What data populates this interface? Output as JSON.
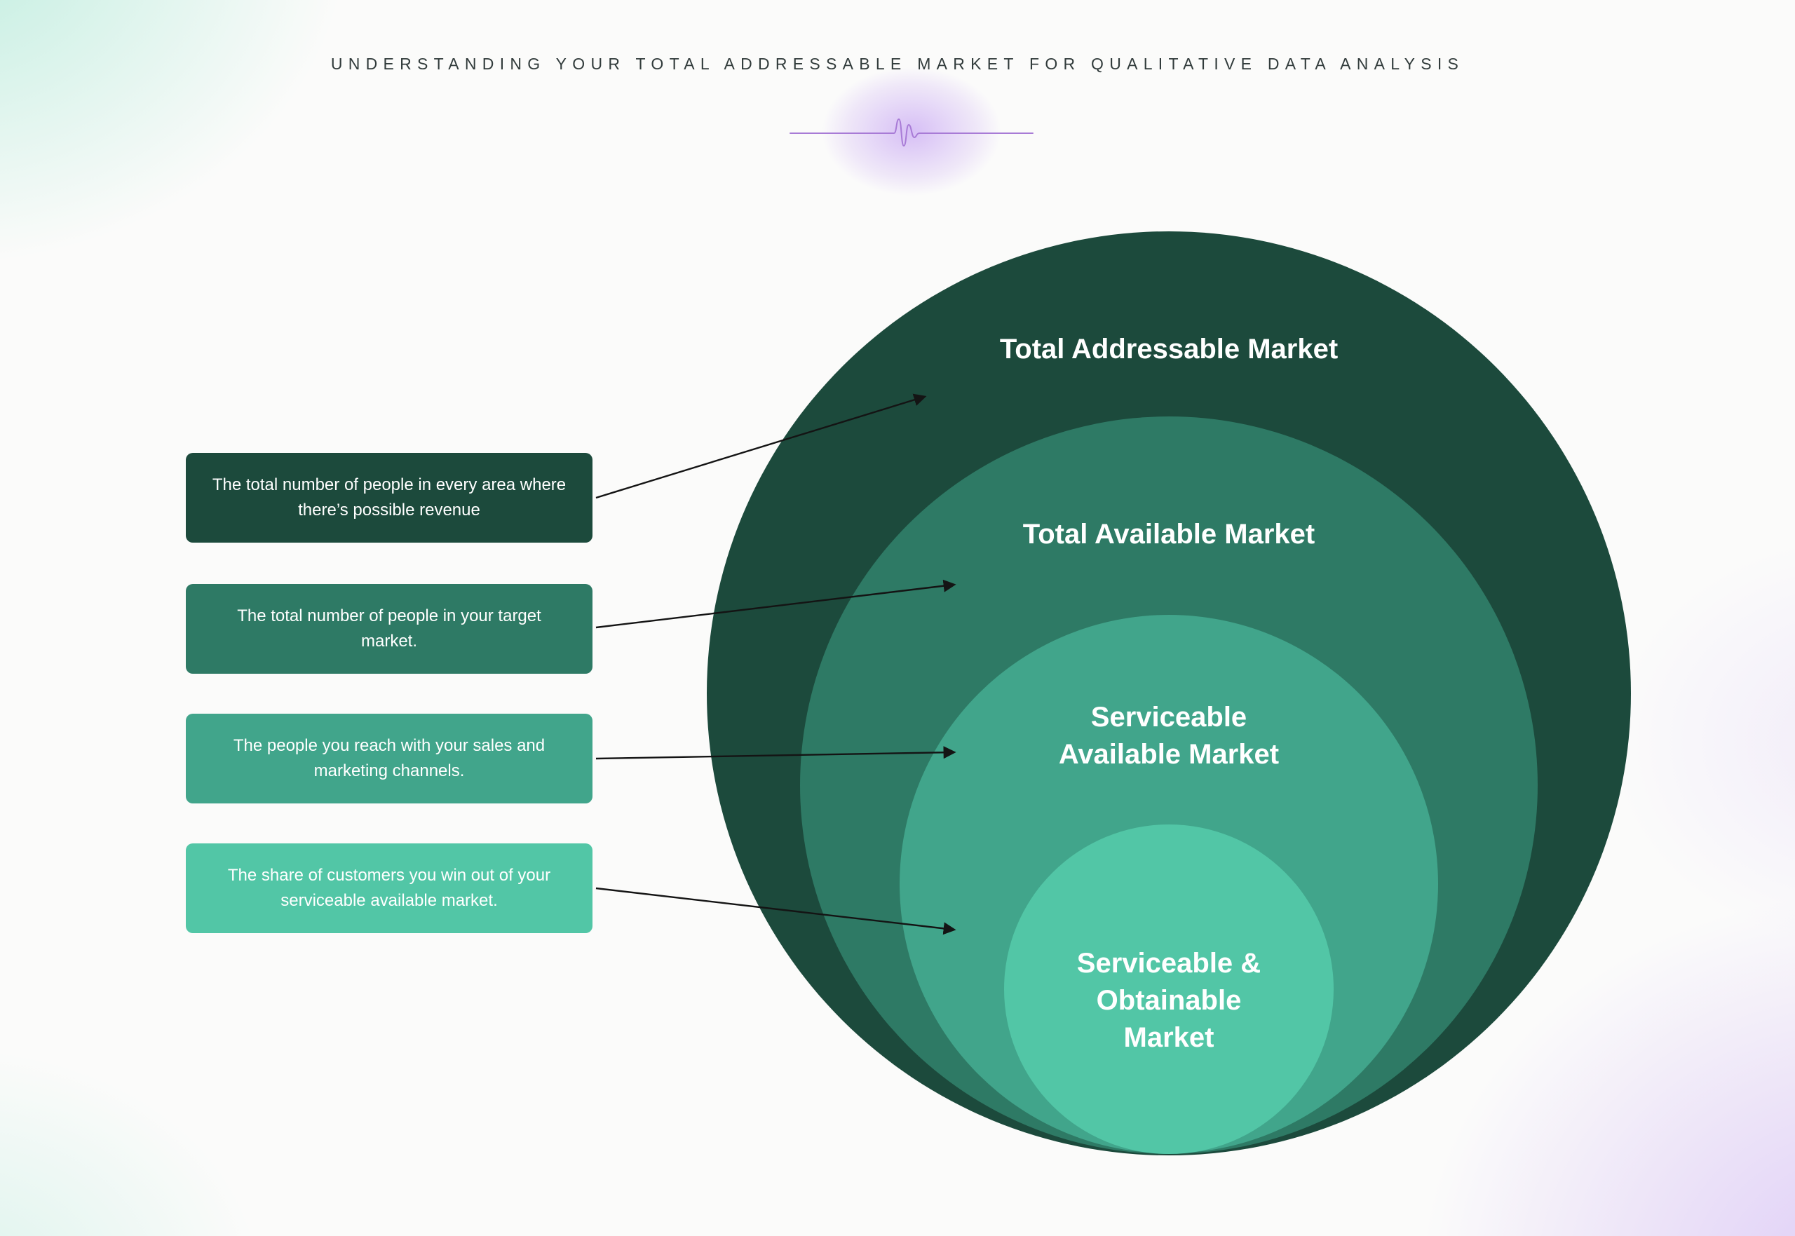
{
  "header": {
    "title": "UNDERSTANDING YOUR TOTAL ADDRESSABLE MARKET FOR QUALITATIVE DATA ANALYSIS"
  },
  "decor": {
    "accent_purple": "#a87bd6"
  },
  "funnel": {
    "levels": [
      {
        "id": "total-addressable-market",
        "label": "Total Addressable Market",
        "description": "The total number of people in every area where there’s possible revenue",
        "color": "#1C4A3C"
      },
      {
        "id": "total-available-market",
        "label": "Total Available Market",
        "description": "The total number of people in your target market.",
        "color": "#2E7A65"
      },
      {
        "id": "serviceable-available-market",
        "label": "Serviceable\nAvailable Market",
        "description": "The people you reach with your sales and marketing channels.",
        "color": "#41A58B"
      },
      {
        "id": "serviceable-obtainable-market",
        "label": "Serviceable &\nObtainable\nMarket",
        "description": "The share of customers you win out of your serviceable available market.",
        "color": "#52C6A6"
      }
    ]
  }
}
